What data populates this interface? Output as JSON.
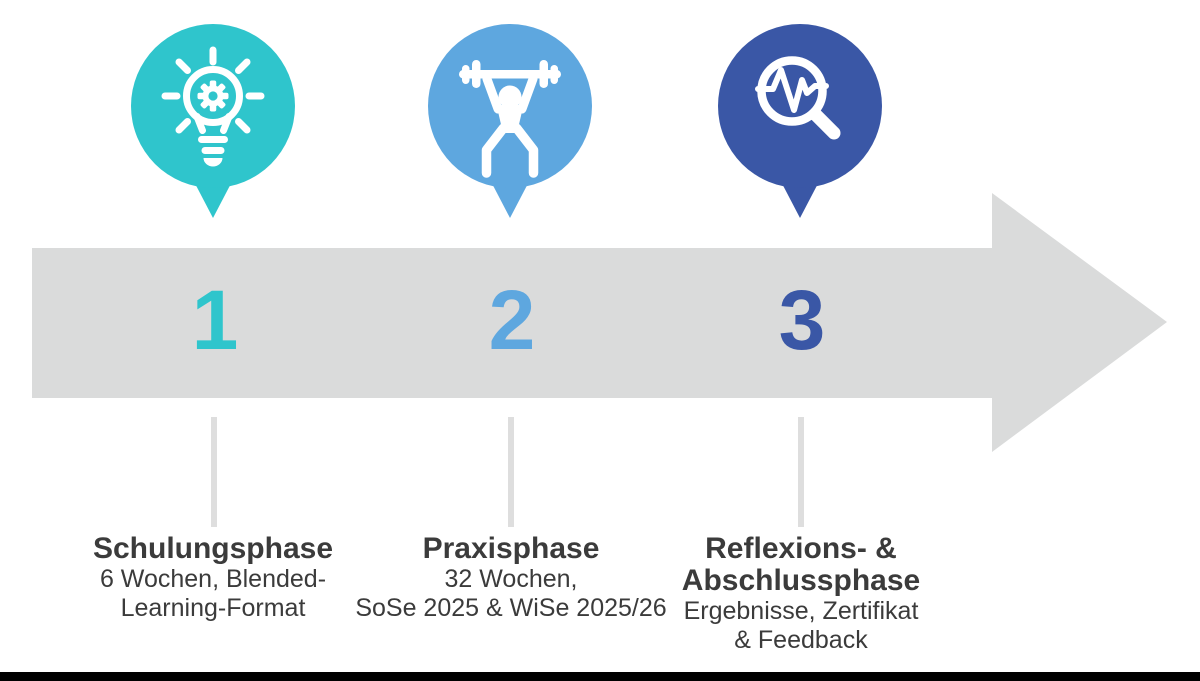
{
  "diagram": {
    "type": "process-timeline",
    "phases": [
      {
        "number": "1",
        "icon": "lightbulb-gear-icon",
        "color": "#2FC5CC",
        "title": "Schulungsphase",
        "sub1": "6 Wochen, Blended-",
        "sub2": "Learning-Format"
      },
      {
        "number": "2",
        "icon": "weightlifter-icon",
        "color": "#5EA7DF",
        "title": "Praxisphase",
        "sub1": "32 Wochen,",
        "sub2": "SoSe 2025 & WiSe 2025/26"
      },
      {
        "number": "3",
        "icon": "magnifier-pulse-icon",
        "color": "#3A57A6",
        "title": "Reflexions- &",
        "title2": "Abschlussphase",
        "sub1": "Ergebnisse, Zertifikat",
        "sub2": "& Feedback"
      }
    ],
    "colors": {
      "arrow": "#DADBDB",
      "connector": "#DEDEDE",
      "text": "#3B3B3B",
      "footer_bar": "#000000"
    }
  }
}
